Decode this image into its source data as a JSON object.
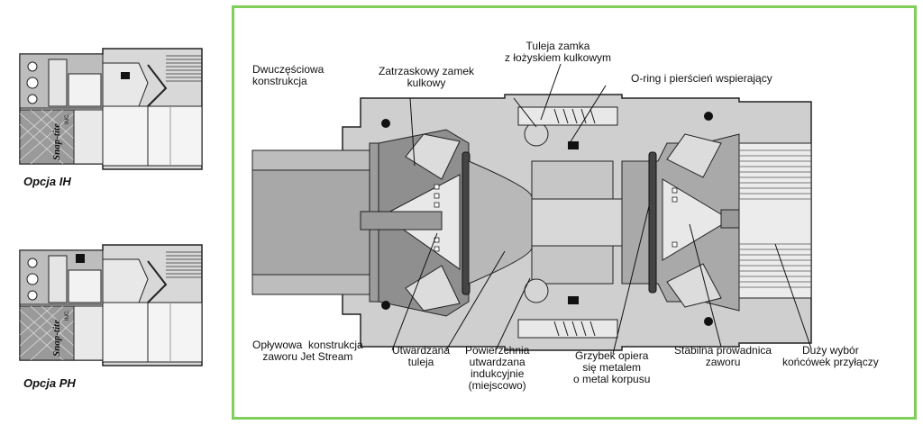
{
  "options": [
    {
      "label": "Opcja IH",
      "brand": "Snap-tite",
      "brand_suffix": "INC."
    },
    {
      "label": "Opcja PH",
      "brand": "Snap-tite",
      "brand_suffix": "INC."
    }
  ],
  "callouts": {
    "two_piece": "Dwuczęściowa\nkonstrukcja",
    "ball_lock": "Zatrzaskowy zamek\nkulkowy",
    "lock_sleeve": "Tuleja zamka\nz łożyskiem kulkowym",
    "oring": "O-ring i pierścień wspierający",
    "jet_stream": "Opływowa  konstrukcja\nzaworu Jet Stream",
    "hardened_sleeve": "Utwardzana\ntuleja",
    "induction_surface": "Powierzchnia\nutwardzana\nindukcyjnie\n(miejscowo)",
    "poppet": "Grzybek opiera\nsię metalem\no metal korpusu",
    "guide": "Stabilna prowadnica\nzaworu",
    "end_choice": "Duży wybór\nkońcówek przyłączy"
  },
  "colors": {
    "frame": "#7fcf5a",
    "body": "#cfcfcf",
    "dark": "#8a8a8a",
    "line": "#222222"
  }
}
